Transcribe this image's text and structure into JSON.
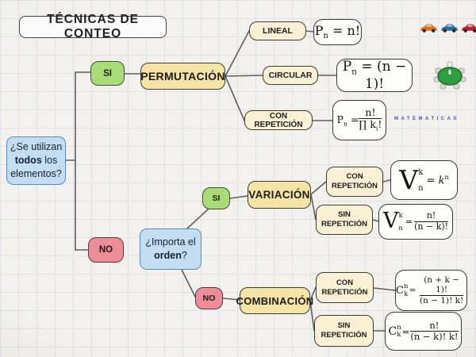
{
  "title": "TÉCNICAS DE CONTEO",
  "q1": {
    "line1": "¿Se utilizan",
    "bold": "todos",
    "rest": " los",
    "line2": "elementos?"
  },
  "q2": {
    "line1": "¿Importa el",
    "bold": "orden",
    "tail": "?"
  },
  "decisions": {
    "si1": "SI",
    "no1": "NO",
    "si2": "SI",
    "no2": "NO"
  },
  "nodes": {
    "permutacion": "PERMUTACIÓN",
    "variacion": "VARIACIÓN",
    "combinacion": "COMBINACIÓN",
    "lineal": "LINEAL",
    "circular": "CIRCULAR",
    "perm_con_rep": "CON REPETICIÓN",
    "var_con_l1": "CON",
    "var_con_l2": "REPETICIÓN",
    "var_sin_l1": "SIN",
    "var_sin_l2": "REPETICIÓN",
    "comb_con_l1": "CON",
    "comb_con_l2": "REPETICIÓN",
    "comb_sin_l1": "SIN",
    "comb_sin_l2": "REPETICIÓN"
  },
  "formulas": {
    "perm_lineal": {
      "base": "P",
      "sub": "n",
      "eq": " = ",
      "rhs": "n!"
    },
    "perm_circular": {
      "base": "P",
      "sub": "n",
      "eq": " = ",
      "rhs": "(n − 1)!"
    },
    "perm_con_rep": {
      "base": "P",
      "sub": "n",
      "eq": " = ",
      "num": "n!",
      "den_pre": "∏ k",
      "den_sub": "i",
      "den_post": "!"
    },
    "var_con": {
      "base": "V",
      "sup": "k",
      "sub": "n",
      "eq": "= ",
      "rhs_base": "k",
      "rhs_sup": "n"
    },
    "var_sin": {
      "base": "V",
      "sup": "k",
      "sub": "n",
      "eq": "= ",
      "num": "n!",
      "den": "(n − k)!"
    },
    "comb_con": {
      "base": "C",
      "sup": "n",
      "sub": "k",
      "eq": " = ",
      "num": "(n + k − 1)!",
      "den": "(n − 1)! k!"
    },
    "comb_sin": {
      "base": "C",
      "sup": "n",
      "sub": "k",
      "eq": " = ",
      "num": "n!",
      "den": "(n − k)! k!"
    }
  },
  "decor": {
    "matematicas": "MATEMATICAS",
    "car_colors": [
      "#e0731d",
      "#2e6da4",
      "#c0222c"
    ],
    "table_green": "#2f9e41"
  }
}
